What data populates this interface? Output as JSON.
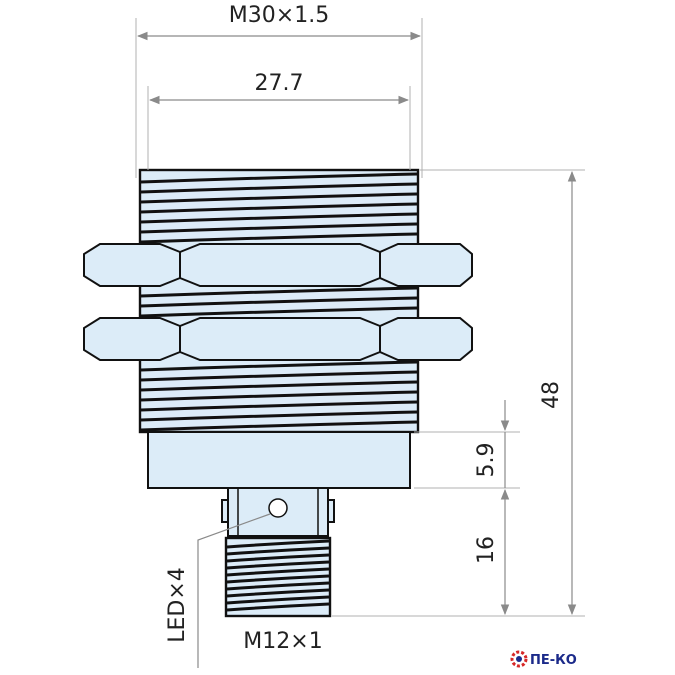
{
  "dimensions": {
    "thread_major": "M30×1.5",
    "body_width": "27.7",
    "total_length": "48",
    "collar_height": "5.9",
    "connector_length": "16",
    "connector_thread": "M12×1",
    "led_label": "LED×4"
  },
  "logo": {
    "text": "ПЕ-КО",
    "brand_color": "#1b2a8a",
    "accent_color": "#d62828"
  },
  "colors": {
    "body": "#dcecf8",
    "outline": "#111111",
    "dimension": "#8a8a8a"
  }
}
